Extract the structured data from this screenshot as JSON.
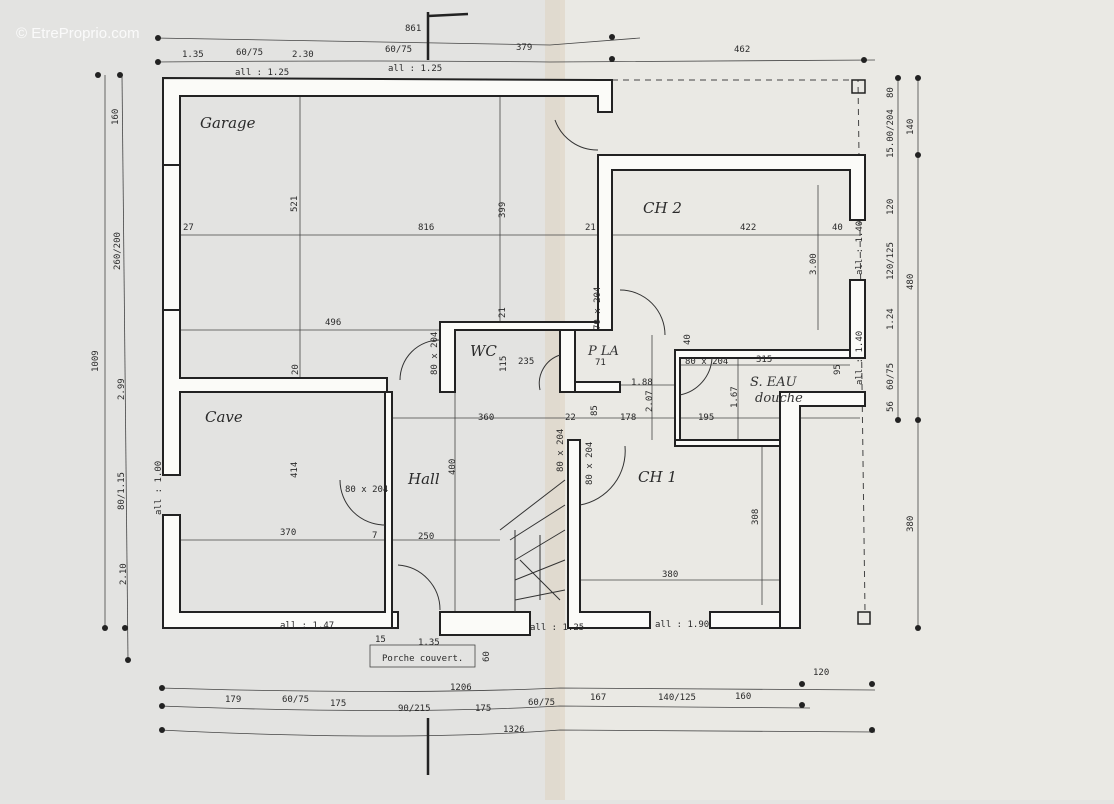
{
  "watermark": "© EtreProprio.com",
  "rooms": {
    "garage": "Garage",
    "cave": "Cave",
    "hall": "Hall",
    "wc": "WC",
    "ch1": "CH 1",
    "ch2": "CH 2",
    "placard": "P LA",
    "salle_eau": "S. EAU",
    "douche": "douche",
    "porche": "Porche couvert."
  },
  "dimensions": {
    "top": [
      "1.35",
      "60/75",
      "2.30",
      "60/75",
      "379",
      "462",
      "861"
    ],
    "top_windows": [
      "all : 1.25",
      "all : 1.25"
    ],
    "left": [
      "160",
      "260/200",
      "2.99",
      "80/1.15",
      "2.10",
      "1009"
    ],
    "left_window": "all : 1.00",
    "right": [
      "80",
      "15.00/204",
      "140",
      "120",
      "120/125",
      "480",
      "1.24",
      "60/75",
      "56",
      "380"
    ],
    "bottom": [
      "179",
      "60/75",
      "175",
      "90/215",
      "175",
      "60/75",
      "167",
      "140/125",
      "160",
      "120",
      "1206",
      "1326"
    ],
    "bottom_windows": [
      "all : 1.47",
      "all : 1.25",
      "all : 1.90"
    ],
    "porch": [
      "15",
      "1.35",
      "60"
    ],
    "interior": [
      "27",
      "521",
      "816",
      "399",
      "21",
      "496",
      "21",
      "20",
      "422",
      "40",
      "3.00",
      "115",
      "235",
      "71",
      "1.88",
      "2.07",
      "40",
      "315",
      "95",
      "1.67",
      "360",
      "22",
      "85",
      "178",
      "195",
      "414",
      "400",
      "370",
      "7",
      "250",
      "308",
      "380"
    ],
    "doors": [
      "80 x 204",
      "80 x 204",
      "70 x 204",
      "80 x 204",
      "80 x 204",
      "80 x 204"
    ],
    "right_window": "all : 1.40",
    "right_window2": "all : 1.40"
  }
}
